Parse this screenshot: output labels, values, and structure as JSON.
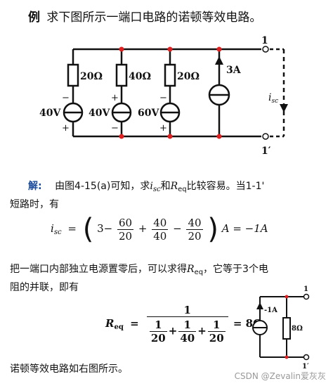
{
  "title": {
    "example": "例",
    "text": "求下图所示一端口电路的诺顿等效电路。"
  },
  "circuit": {
    "port_top": "1",
    "port_bottom": "1′",
    "r1": "20Ω",
    "r2": "40Ω",
    "r3": "20Ω",
    "v1": "40V",
    "v2": "40V",
    "v3": "60V",
    "minus": "−",
    "plus": "+",
    "current_source": "3A",
    "isc": "i",
    "isc_sub": "sc"
  },
  "solution": {
    "label": "解:",
    "line1_a": "由图4-15(a)可知，求",
    "line1_b": "和",
    "line1_c": "比较容易。当1-1'",
    "line2": "短路时，有",
    "i": "i",
    "sc": "sc",
    "R": "R",
    "eq": "eq"
  },
  "eq1": {
    "lhs_i": "i",
    "lhs_sub": "sc",
    "equals": "=",
    "three": "3",
    "minus": "−",
    "plus": "+",
    "f1n": "60",
    "f1d": "20",
    "f2n": "40",
    "f2d": "40",
    "f3n": "40",
    "f3d": "20",
    "result": "A = −1A"
  },
  "para2": {
    "line1_a": "把一端口内部独立电源置零后，可以求得",
    "line1_b": "，它等于3个电",
    "line2": "阻的并联，即有"
  },
  "eq2": {
    "lhs_R": "R",
    "lhs_sub": "eq",
    "equals": "=",
    "one": "1",
    "plus": "+",
    "d1": "20",
    "d2": "40",
    "d3": "20",
    "result": "= 8Ω"
  },
  "small_circuit": {
    "current": "-1A",
    "resistor": "8Ω",
    "port_top": "1",
    "port_bottom": "1′"
  },
  "conclusion": "诺顿等效电路如右图所示。",
  "watermark": "CSDN @Zevalin爱灰灰"
}
